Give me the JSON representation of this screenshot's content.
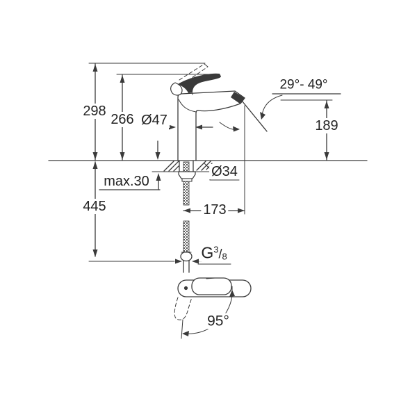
{
  "diagram": {
    "colors": {
      "line": "#3a3a3a",
      "text": "#232323",
      "background": "#ffffff"
    },
    "labels": {
      "overall_height": "298",
      "lever_height": "266",
      "body_diameter": "Ø47",
      "spout_angle_range": "29°- 49°",
      "spout_height": "189",
      "max_mounting_thickness": "max.30",
      "hole_diameter": "Ø34",
      "hose_length": "445",
      "spout_projection": "173",
      "thread": {
        "prefix": "G",
        "numerator": "3",
        "slash": "/",
        "denominator": "8"
      },
      "handle_swivel_angle": "95°"
    }
  }
}
